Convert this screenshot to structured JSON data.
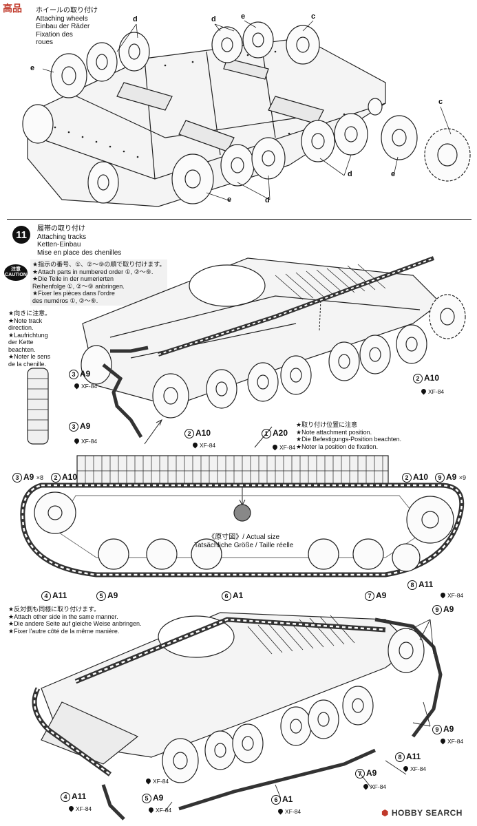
{
  "top_panel": {
    "step_titles": [
      "ホイールの取り付け",
      "Attaching wheels",
      "Einbau der Räder",
      "Fixation des",
      "roues"
    ],
    "part_letters": {
      "d1": "d",
      "d2": "d",
      "e1": "e",
      "c1": "c",
      "e2": "e",
      "c2": "c",
      "d3": "d",
      "e3": "e",
      "d4": "d",
      "e4": "e"
    }
  },
  "step11": {
    "number": "11",
    "titles": [
      "履帯の取り付け",
      "Attaching tracks",
      "Ketten-Einbau",
      "Mise en place des chenilles"
    ],
    "caution_label": [
      "注意",
      "CAUTION"
    ],
    "caution_lines": [
      "★指示の番号、①、②〜⑨の順で取り付けます。",
      "★Attach parts in numbered order ①, ②〜⑨.",
      "★Die Teile in der numerierten",
      "Reihenfolge ①, ②〜⑨ anbringen.",
      "★Fixer les pièces dans l'ordre",
      "des numéros ①, ②〜⑨."
    ],
    "direction_lines": [
      "★向きに注意。",
      "★Note track",
      "direction.",
      "★Laufrichtung",
      "der Kette",
      "beachten.",
      "★Noter le sens",
      "de la chenille."
    ],
    "attachment_lines": [
      "★取り付け位置に注意",
      "★Note attachment position.",
      "★Die Befestigungs-Position beachten.",
      "★Noter la position de fixation."
    ],
    "actual_size": "《原寸図》/ Actual size",
    "actual_size_2": "Tatsächliche Größe / Taille réelle",
    "other_side_lines": [
      "★反対側も同様に取り付けます。",
      "★Attach other side in the same manner.",
      "★Die andere Seite auf gleiche Weise anbringen.",
      "★Fixer l'autre côté de la même manière."
    ],
    "paint": "XF-84",
    "labels": {
      "a9_3": {
        "num": "3",
        "part": "A9"
      },
      "a9_3b": {
        "num": "3",
        "part": "A9"
      },
      "a10_2": {
        "num": "2",
        "part": "A10"
      },
      "a10_2r": {
        "num": "2",
        "part": "A10"
      },
      "a20_1": {
        "num": "1",
        "part": "A20"
      },
      "a9_3x8": {
        "num": "3",
        "part": "A9",
        "mult": "×8"
      },
      "a10_2m": {
        "num": "2",
        "part": "A10"
      },
      "a10_2mr": {
        "num": "2",
        "part": "A10"
      },
      "a9_9x9": {
        "num": "9",
        "part": "A9",
        "mult": "×9"
      },
      "a11_4": {
        "num": "4",
        "part": "A11"
      },
      "a9_5": {
        "num": "5",
        "part": "A9"
      },
      "a1_6": {
        "num": "6",
        "part": "A1"
      },
      "a9_7": {
        "num": "7",
        "part": "A9"
      },
      "a11_8": {
        "num": "8",
        "part": "A11"
      },
      "a9_9b": {
        "num": "9",
        "part": "A9"
      },
      "a9_9c": {
        "num": "9",
        "part": "A9"
      },
      "a11_8b": {
        "num": "8",
        "part": "A11"
      },
      "a9_7b": {
        "num": "7",
        "part": "A9"
      },
      "a1_6b": {
        "num": "6",
        "part": "A1"
      },
      "a9_5b": {
        "num": "5",
        "part": "A9"
      },
      "a11_4b": {
        "num": "4",
        "part": "A11"
      }
    }
  },
  "watermark_top": "高品",
  "watermark_bottom": "HOBBY SEARCH"
}
